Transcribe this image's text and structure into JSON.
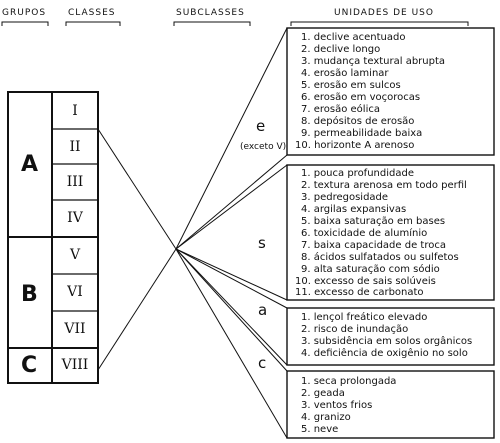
{
  "headers": {
    "groups": "GRUPOS",
    "classes": "CLASSES",
    "subclasses": "SUBCLASSES",
    "units": "UNIDADES DE USO"
  },
  "groups": [
    "A",
    "B",
    "C"
  ],
  "classes": [
    "I",
    "II",
    "III",
    "IV",
    "V",
    "VI",
    "VII",
    "VIII"
  ],
  "subclasses": [
    {
      "label": "e",
      "note": "(exceto V)",
      "units": [
        "1. declive acentuado",
        "2. declive longo",
        "3. mudança textural abrupta",
        "4. erosão laminar",
        "5. erosão em sulcos",
        "6. erosão em voçorocas",
        "7. erosão eólica",
        "8. depósitos de erosão",
        "9. permeabilidade baixa",
        "10. horizonte A arenoso"
      ]
    },
    {
      "label": "s",
      "note": "",
      "units": [
        "1. pouca profundidade",
        "2. textura arenosa em todo perfil",
        "3. pedregosidade",
        "4. argilas expansivas",
        "5. baixa saturação em bases",
        "6. toxicidade de alumínio",
        "7. baixa capacidade de troca",
        "8. ácidos sulfatados ou sulfetos",
        "9. alta saturação com sódio",
        "10. excesso de sais solúveis",
        "11. excesso de carbonato"
      ]
    },
    {
      "label": "a",
      "note": "",
      "units": [
        "1. lençol freático elevado",
        "2. risco de inundação",
        "3. subsidência em solos orgânicos",
        "4. deficiência de oxigênio no solo"
      ]
    },
    {
      "label": "c",
      "note": "",
      "units": [
        "1. seca prolongada",
        "2. geada",
        "3. ventos frios",
        "4. granizo",
        "5. neve"
      ]
    }
  ]
}
